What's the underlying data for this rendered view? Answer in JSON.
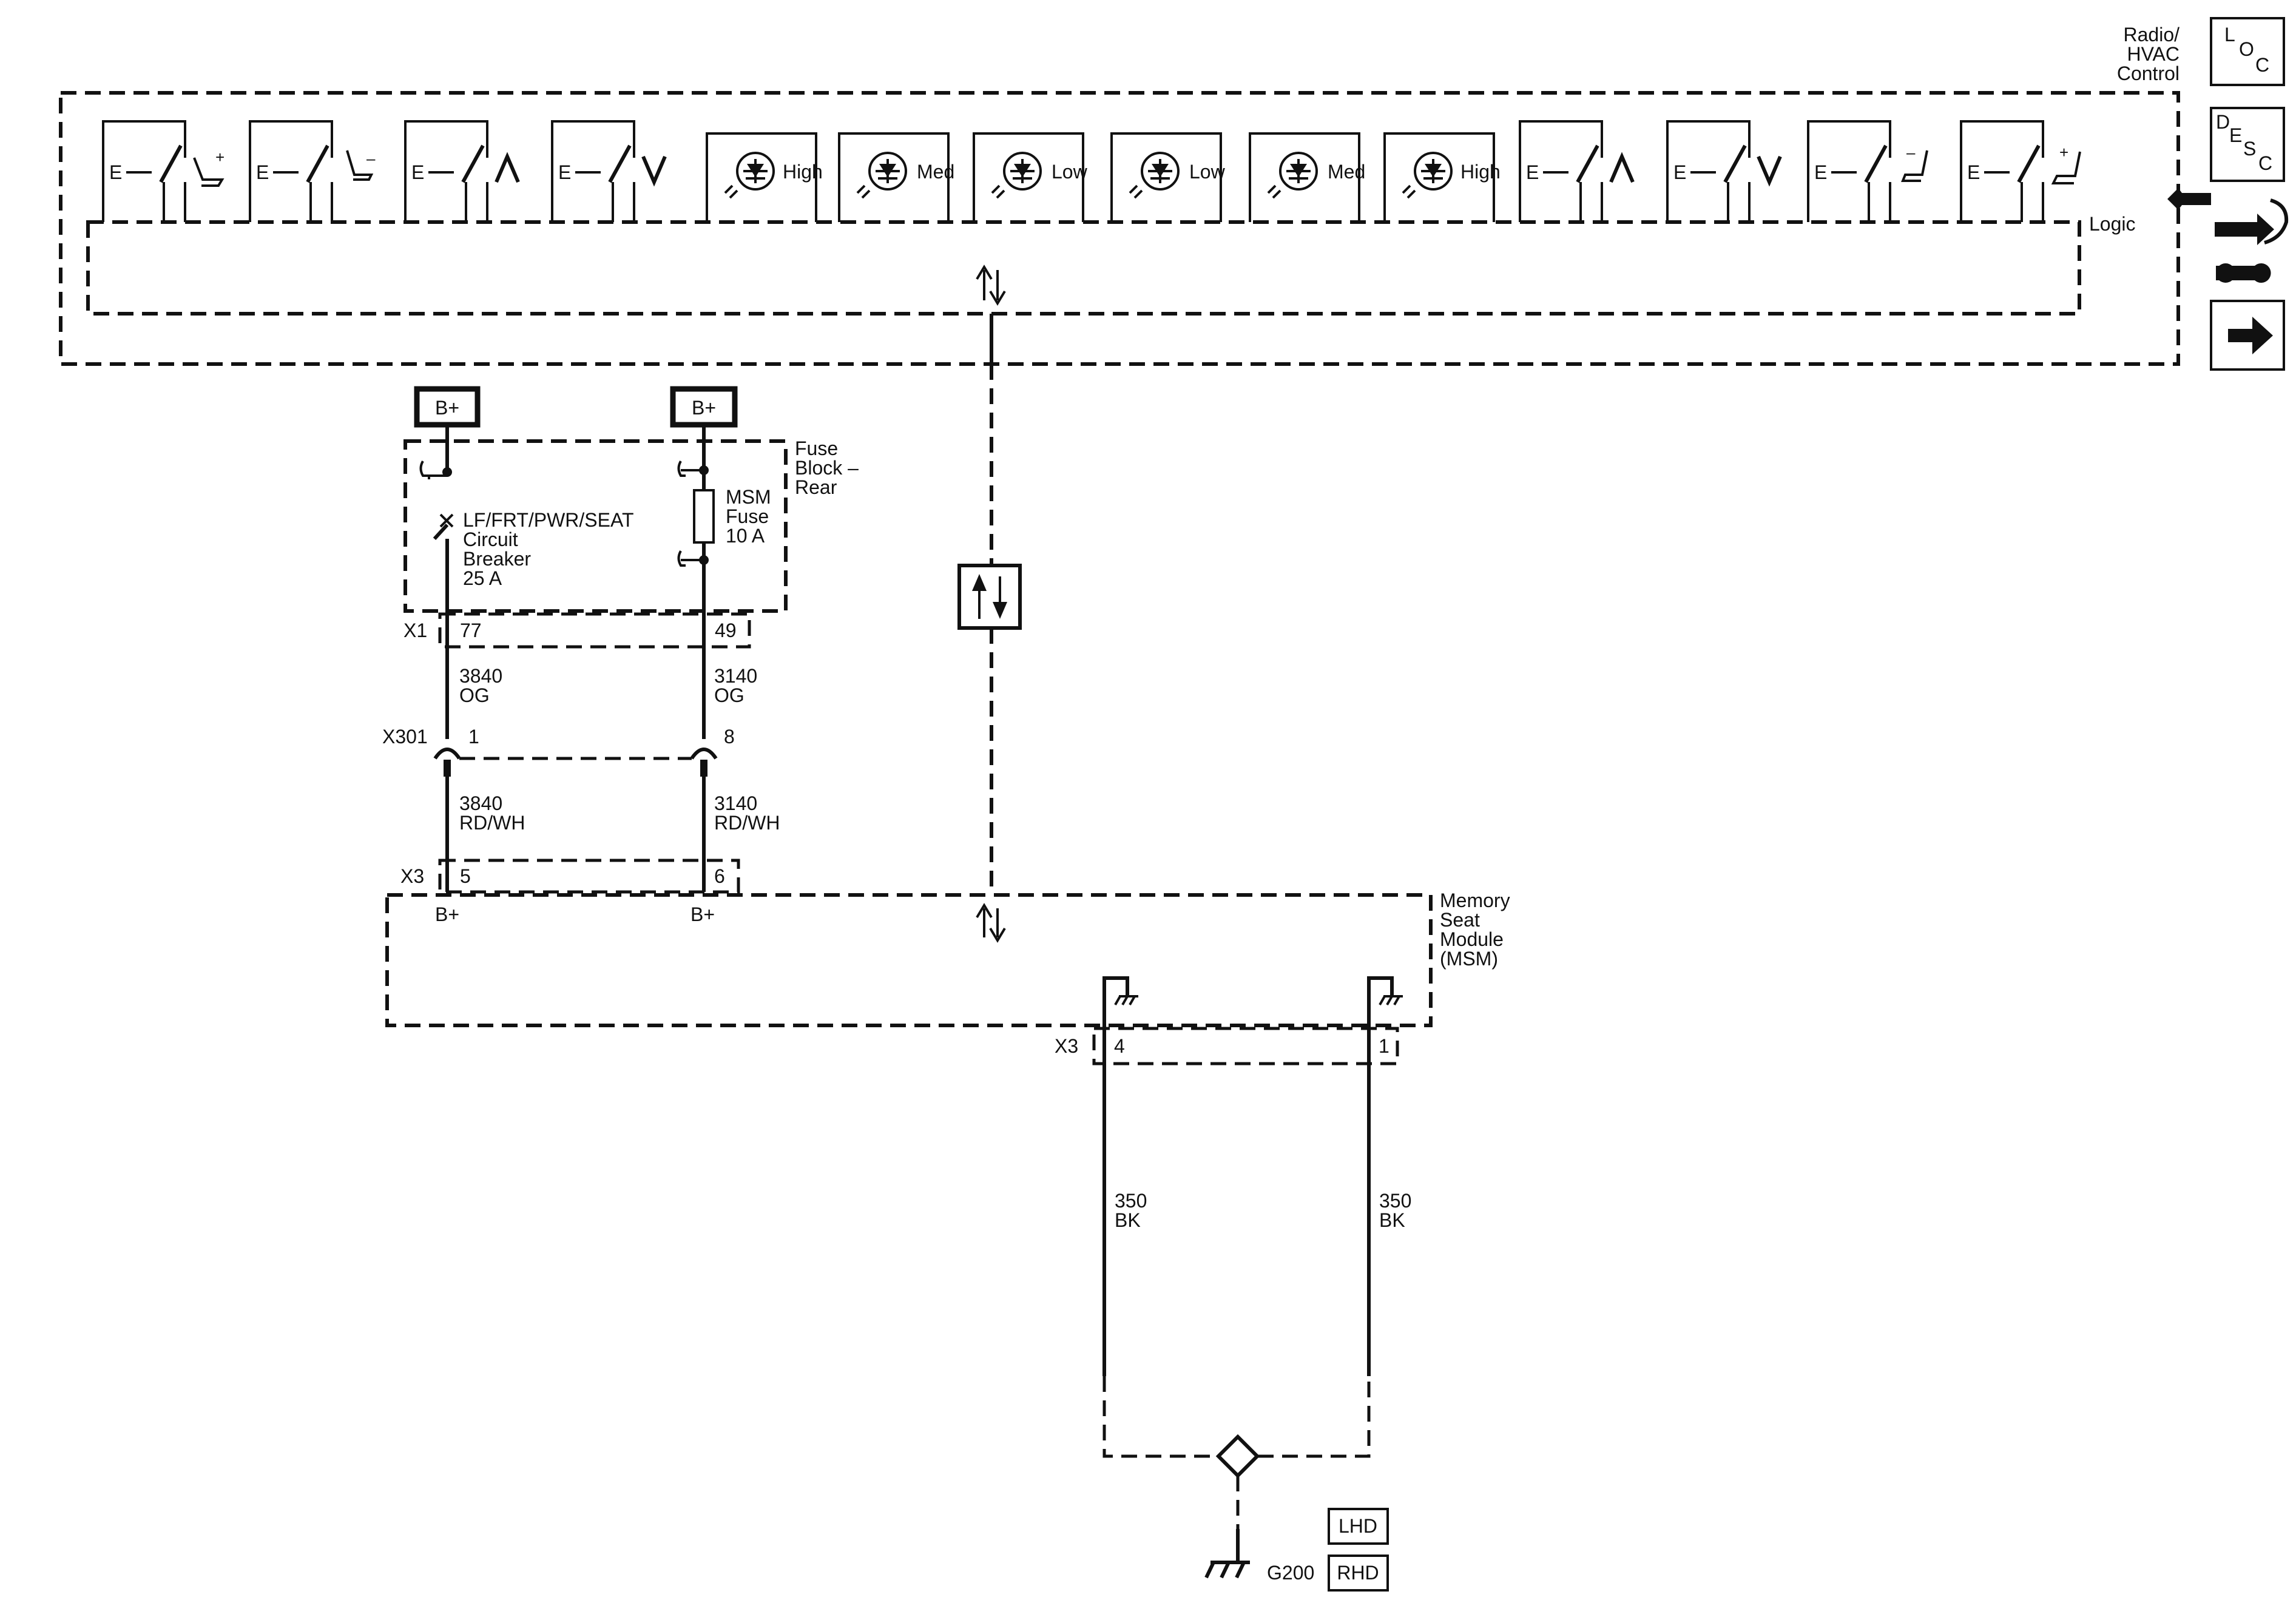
{
  "radio_module": {
    "name": "Radio/\nHVAC\nControl",
    "logic_label": "Logic",
    "indicator_labels": [
      "High",
      "Med",
      "Low",
      "Low",
      "Med",
      "High"
    ]
  },
  "nav_icons": {
    "loc": [
      "L",
      "O",
      "C"
    ],
    "desc": [
      "D",
      "E",
      "S",
      "C"
    ],
    "loc_icon": "location-icon",
    "desc_icon": "description-icon",
    "connector_icon": "connector-wrench-icon",
    "next_icon": "right-arrow-icon"
  },
  "power": {
    "left_source": "B+",
    "right_source": "B+"
  },
  "fuse_block": {
    "name": "Fuse\nBlock –\nRear",
    "breaker_label": "LF/FRT/PWR/SEAT\nCircuit\nBreaker\n25 A",
    "fuse_label": "MSM\nFuse\n10 A",
    "connector": "X1",
    "pin_left": "77",
    "pin_right": "49"
  },
  "wires_upper": {
    "left": "3840\nOG",
    "right": "3140\nOG"
  },
  "inline_connector": {
    "name": "X301",
    "pin_left": "1",
    "pin_right": "8"
  },
  "wires_middle": {
    "left": "3840\nRD/WH",
    "right": "3140\nRD/WH"
  },
  "msm": {
    "name": "Memory\nSeat\nModule\n(MSM)",
    "connector": "X3",
    "pin_left": "5",
    "pin_right": "6",
    "power_left": "B+",
    "power_right": "B+",
    "ground_connector": "X3",
    "ground_pin_left": "4",
    "ground_pin_right": "1"
  },
  "ground_wires": {
    "left": "350\nBK",
    "right": "350\nBK"
  },
  "ground": {
    "name": "G200",
    "option_lhd": "LHD",
    "option_rhd": "RHD"
  }
}
